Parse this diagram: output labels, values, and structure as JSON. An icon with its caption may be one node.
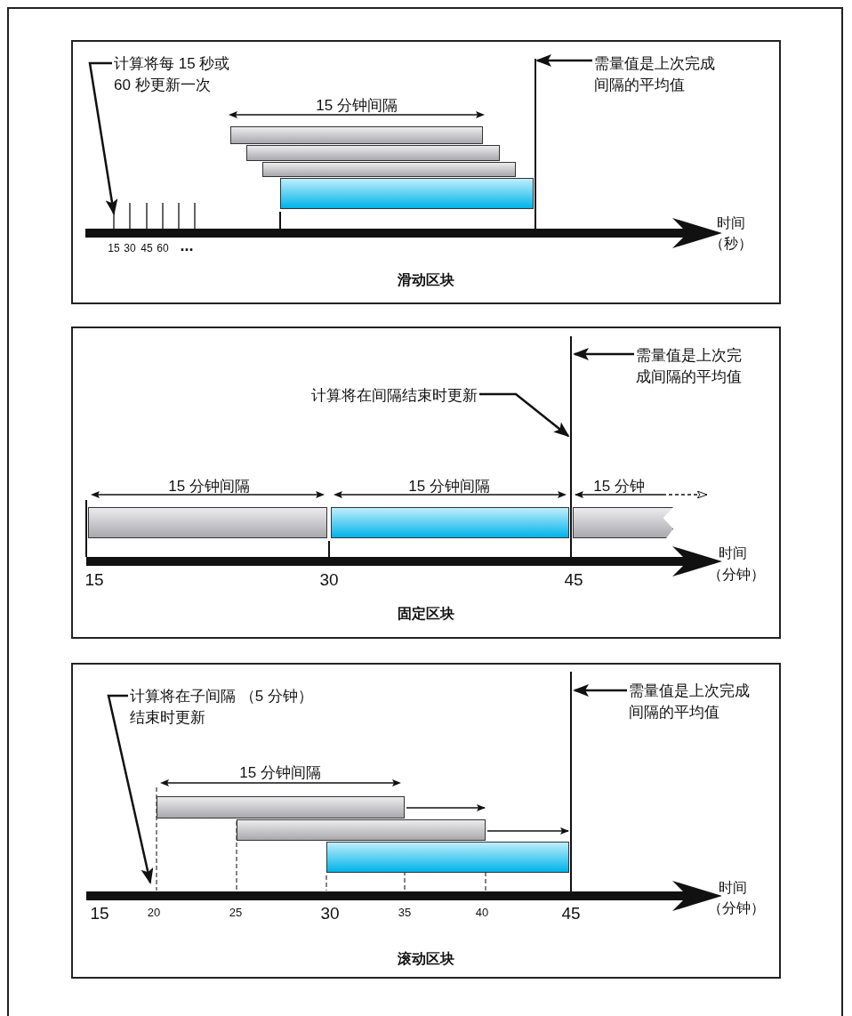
{
  "diagram": {
    "nodes": [
      {
        "text": [
          "滑动区块"
        ]
      },
      {
        "text": [
          "计算将每 15 秒或 60 秒更新一次"
        ],
        "in": 0
      },
      {
        "text": [
          "需量值是上次完成间隔的平均值"
        ],
        "in": 0
      },
      {
        "text": [],
        "shape": "bar",
        "in": 0
      },
      {
        "text": [],
        "shape": "bar",
        "in": 0
      },
      {
        "text": [],
        "shape": "bar",
        "in": 0
      },
      {
        "text": [],
        "shape": "bar",
        "in": 0
      },
      {
        "text": [
          "固定区块"
        ]
      },
      {
        "text": [
          "计算将在间隔结束时更新"
        ],
        "in": 7
      },
      {
        "text": [
          "需量值是上次完成间隔的平均值"
        ],
        "in": 7
      },
      {
        "text": [],
        "shape": "bar",
        "in": 7
      },
      {
        "text": [],
        "shape": "bar",
        "in": 7
      },
      {
        "text": [],
        "shape": "bar",
        "in": 7
      },
      {
        "text": [
          "滚动区块"
        ]
      },
      {
        "text": [
          "计算将在子间隔 （5 分钟）结束时更新"
        ],
        "in": 13
      },
      {
        "text": [
          "需量值是上次完成间隔的平均值"
        ],
        "in": 13
      },
      {
        "text": [],
        "shape": "bar",
        "in": 13
      },
      {
        "text": [],
        "shape": "bar",
        "in": 13
      },
      {
        "text": [],
        "shape": "bar",
        "in": 13
      }
    ],
    "edges": [
      {
        "from": 1,
        "to": null,
        "arrow": "to"
      },
      {
        "from": 2,
        "to": null,
        "arrow": "to"
      },
      {
        "from": 8,
        "to": null,
        "arrow": "to"
      },
      {
        "from": 9,
        "to": null,
        "arrow": "to"
      },
      {
        "from": 14,
        "to": null,
        "arrow": "to"
      },
      {
        "from": 15,
        "to": null,
        "arrow": "to"
      },
      {
        "from": 16,
        "to": 17,
        "arrow": "to"
      },
      {
        "from": 17,
        "to": 18,
        "arrow": "to"
      }
    ],
    "labels": [
      "15 分钟间隔",
      "15",
      "30",
      "45",
      "60",
      "...",
      "时间",
      "（秒）",
      "15 分钟间隔",
      "15 分钟间隔",
      "15 分钟",
      "15",
      "30",
      "45",
      "时间",
      "（分钟）",
      "15 分钟间隔",
      "15",
      "20",
      "25",
      "30",
      "35",
      "40",
      "45",
      "时间",
      "（分钟）"
    ]
  }
}
